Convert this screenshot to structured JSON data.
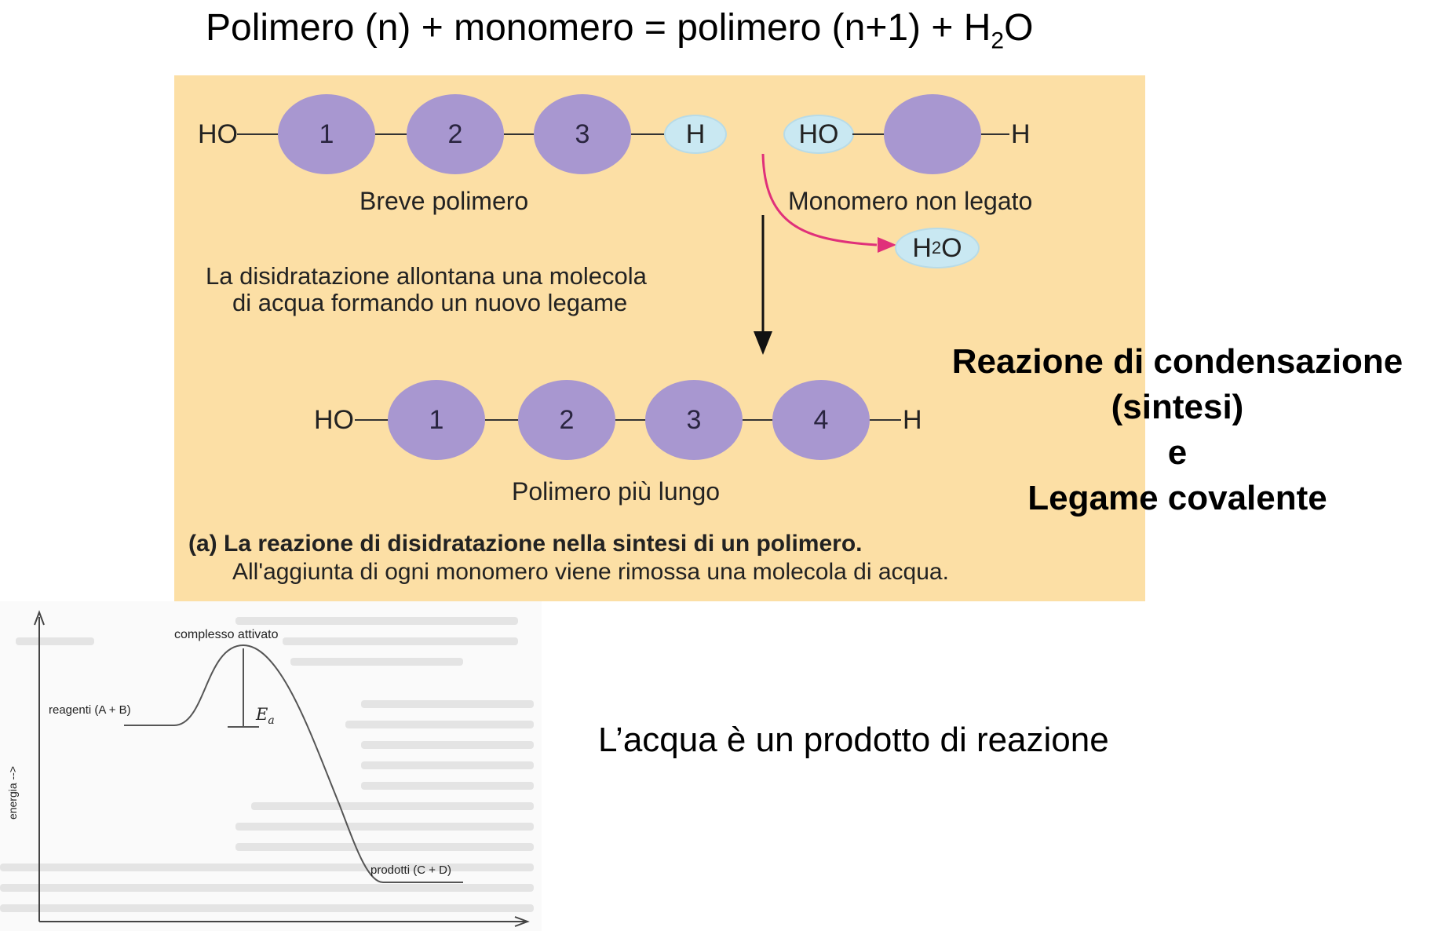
{
  "equation": {
    "before_sub": "Polimero (n) + monomero = polimero (n+1) + H",
    "sub": "2",
    "after_sub": "O"
  },
  "diagram": {
    "top_row": {
      "ho_left": "HO",
      "beads": [
        "1",
        "2",
        "3"
      ],
      "h_oval": "H",
      "monomer_ho": "HO",
      "monomer_h": "H"
    },
    "label_short_polymer": "Breve polimero",
    "label_monomer": "Monomero non legato",
    "water_product": {
      "main": "H",
      "sub": "2",
      "end": "O"
    },
    "dehydration_line1": "La disidratazione allontana una molecola",
    "dehydration_line2": "di acqua formando un nuovo legame",
    "bottom_row": {
      "ho_left": "HO",
      "beads": [
        "1",
        "2",
        "3",
        "4"
      ],
      "h_right": "H"
    },
    "label_longer_polymer": "Polimero più lungo",
    "caption_bold": "(a) La reazione di disidratazione nella sintesi di un polimero.",
    "caption_normal": "All'aggiunta di ogni monomero viene rimossa una molecola di acqua.",
    "colors": {
      "panel_bg": "#fcdfa5",
      "bead": "#a897d0",
      "small_oval": "#c9e8f2",
      "arrow_pink": "#e0307a"
    }
  },
  "side_title": {
    "line1": "Reazione di condensazione",
    "line2": "(sintesi)",
    "line3": "e",
    "line4": "Legame covalente"
  },
  "water_note": "L’acqua è un prodotto di reazione",
  "energy_diagram": {
    "peak_label": "complesso attivato",
    "reactants_label": "reagenti (A + B)",
    "ea_label": "E",
    "ea_sub": "a",
    "products_label": "prodotti (C + D)",
    "y_axis_label": "energia -->"
  }
}
